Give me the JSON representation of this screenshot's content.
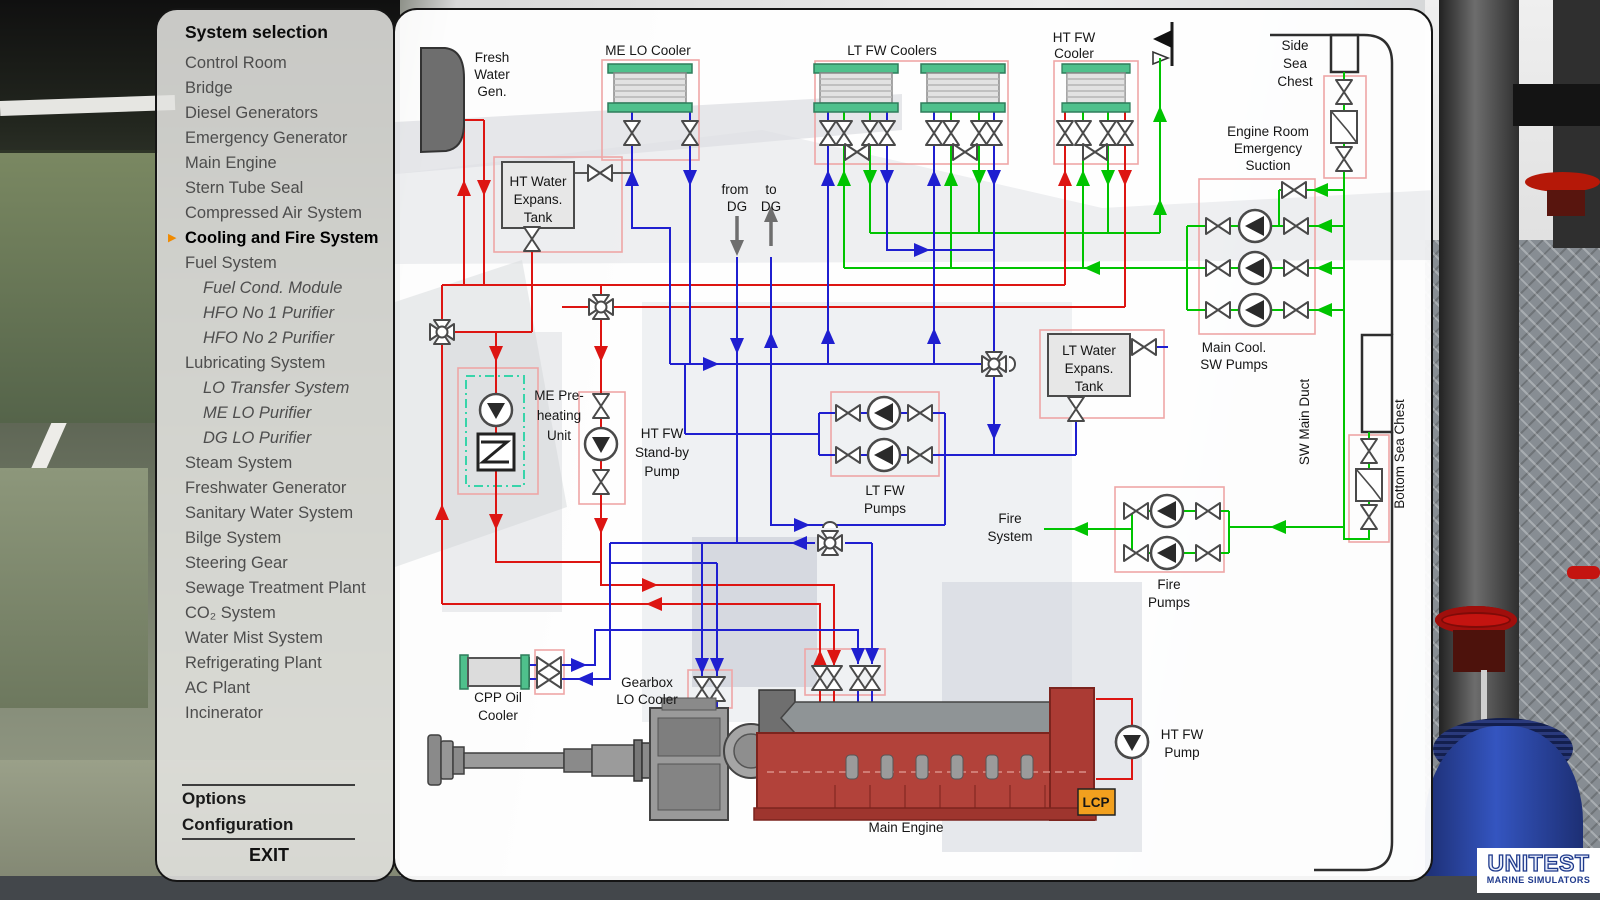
{
  "sidebar": {
    "title": "System selection",
    "active_marker": "▶",
    "items": [
      {
        "label": "Control Room",
        "sub": false,
        "active": false
      },
      {
        "label": "Bridge",
        "sub": false,
        "active": false
      },
      {
        "label": "Diesel Generators",
        "sub": false,
        "active": false
      },
      {
        "label": "Emergency Generator",
        "sub": false,
        "active": false
      },
      {
        "label": "Main Engine",
        "sub": false,
        "active": false
      },
      {
        "label": "Stern Tube Seal",
        "sub": false,
        "active": false
      },
      {
        "label": "Compressed Air System",
        "sub": false,
        "active": false
      },
      {
        "label": "Cooling and Fire System",
        "sub": false,
        "active": true
      },
      {
        "label": "Fuel System",
        "sub": false,
        "active": false
      },
      {
        "label": "Fuel Cond. Module",
        "sub": true,
        "active": false
      },
      {
        "label": "HFO No 1 Purifier",
        "sub": true,
        "active": false
      },
      {
        "label": "HFO No 2 Purifier",
        "sub": true,
        "active": false
      },
      {
        "label": "Lubricating System",
        "sub": false,
        "active": false
      },
      {
        "label": "LO Transfer System",
        "sub": true,
        "active": false
      },
      {
        "label": "ME LO Purifier",
        "sub": true,
        "active": false
      },
      {
        "label": "DG LO Purifier",
        "sub": true,
        "active": false
      },
      {
        "label": "Steam System",
        "sub": false,
        "active": false
      },
      {
        "label": "Freshwater Generator",
        "sub": false,
        "active": false
      },
      {
        "label": "Sanitary Water System",
        "sub": false,
        "active": false
      },
      {
        "label": "Bilge System",
        "sub": false,
        "active": false
      },
      {
        "label": "Steering Gear",
        "sub": false,
        "active": false
      },
      {
        "label": "Sewage Treatment Plant",
        "sub": false,
        "active": false
      },
      {
        "label": "CO₂  System",
        "sub": false,
        "active": false
      },
      {
        "label": "Water Mist System",
        "sub": false,
        "active": false
      },
      {
        "label": "Refrigerating Plant",
        "sub": false,
        "active": false
      },
      {
        "label": "AC Plant",
        "sub": false,
        "active": false
      },
      {
        "label": "Incinerator",
        "sub": false,
        "active": false
      }
    ],
    "footer": {
      "options": "Options",
      "configuration": "Configuration",
      "exit": "EXIT"
    }
  },
  "diagram": {
    "labels": {
      "fresh_water_gen": [
        "Fresh",
        "Water",
        "Gen."
      ],
      "me_lo_cooler": "ME LO Cooler",
      "lt_fw_coolers": "LT FW Coolers",
      "ht_fw_cooler": [
        "HT FW",
        "Cooler"
      ],
      "side_sea_chest": [
        "Side",
        "Sea",
        "Chest"
      ],
      "engine_room_emergency_suction": [
        "Engine Room",
        "Emergency",
        "Suction"
      ],
      "main_cool_sw_pumps": [
        "Main Cool.",
        "SW Pumps"
      ],
      "ht_water_expans_tank": [
        "HT Water",
        "Expans.",
        "Tank"
      ],
      "from_dg": [
        "from",
        "DG"
      ],
      "to_dg": [
        "to",
        "DG"
      ],
      "me_preheating_unit": [
        "ME Pre-",
        "heating",
        "Unit"
      ],
      "ht_fw_standby_pump": [
        "HT FW",
        "Stand-by",
        "Pump"
      ],
      "lt_water_expans_tank": [
        "LT Water",
        "Expans.",
        "Tank"
      ],
      "lt_fw_pumps": [
        "LT FW",
        "Pumps"
      ],
      "fire_system": [
        "Fire",
        "System"
      ],
      "fire_pumps": [
        "Fire",
        "Pumps"
      ],
      "sw_main_duct": "SW Main Duct",
      "bottom_sea_chest": "Bottom Sea Chest",
      "cpp_oil_cooler": [
        "CPP Oil",
        "Cooler"
      ],
      "gearbox_lo_cooler": [
        "Gearbox",
        "LO Cooler"
      ],
      "main_engine": "Main Engine",
      "ht_fw_pump": [
        "HT FW",
        "Pump"
      ],
      "lcp": "LCP"
    },
    "colors": {
      "ht_freshwater_pipe": "#dd1512",
      "lt_freshwater_pipe": "#1f1fd0",
      "seawater_pipe": "#00c400",
      "highlight_box": "#eea6a6",
      "preheat_box": "#38d4aa",
      "cooler_cap": "#4fc08c",
      "engine_body": "#b2423a",
      "lcp_badge": "#f2a01e",
      "active_item_arrow": "#f08a00"
    }
  },
  "logo": {
    "name": "UNITEST",
    "subtitle": "MARINE SIMULATORS"
  }
}
